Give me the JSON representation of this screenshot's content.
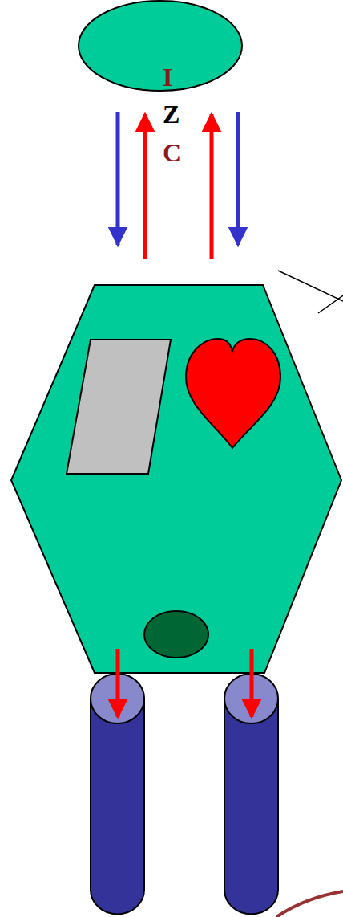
{
  "diagram": {
    "labels": [
      "I",
      "Z",
      "C"
    ]
  }
}
